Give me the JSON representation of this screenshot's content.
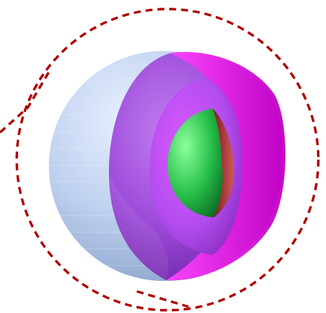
{
  "colors": {
    "background": "#ffffff",
    "outer_dashed_outline": "#b00000",
    "outer_shell": "#b9cdee",
    "middle_shell": "#9a2bd6",
    "middle_shell_cut_face": "#e400e0",
    "inner_core": "#2fbf4c",
    "core_cut_face": "#b73a3a"
  },
  "layers": [
    {
      "id": "outer-shell",
      "color_key": "outer_shell"
    },
    {
      "id": "middle-shell",
      "color_key": "middle_shell"
    },
    {
      "id": "inner-core",
      "color_key": "inner_core"
    }
  ]
}
